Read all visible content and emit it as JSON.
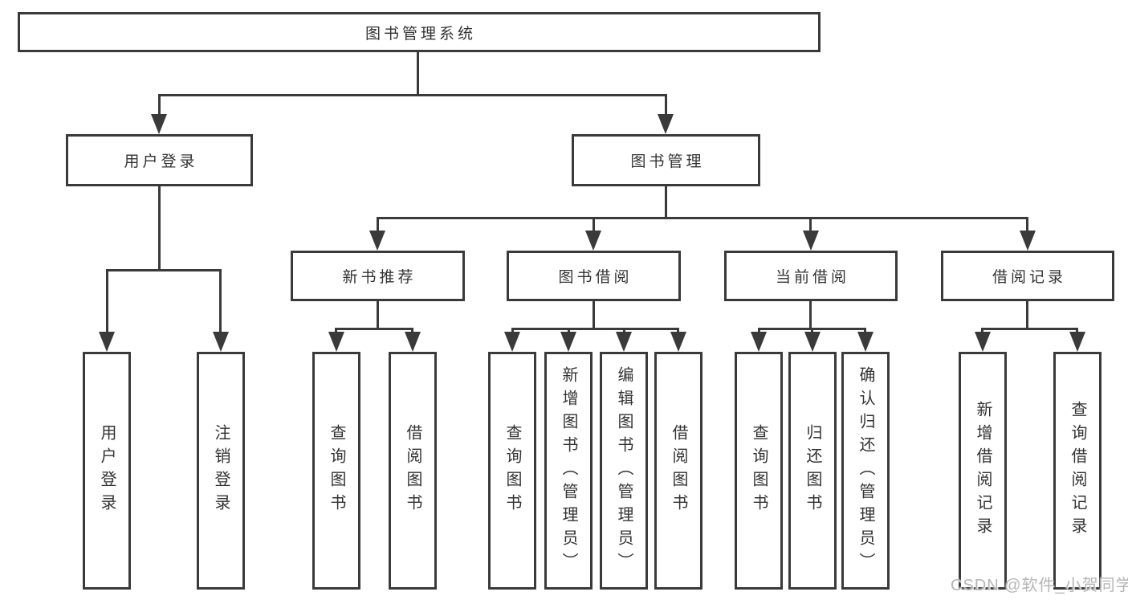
{
  "diagram": {
    "tree": {
      "label": "图书管理系统",
      "children": [
        {
          "label": "用户登录",
          "children": [
            {
              "label": "用户登录"
            },
            {
              "label": "注销登录"
            }
          ]
        },
        {
          "label": "图书管理",
          "children": [
            {
              "label": "新书推荐",
              "children": [
                {
                  "label": "查询图书"
                },
                {
                  "label": "借阅图书"
                }
              ]
            },
            {
              "label": "图书借阅",
              "children": [
                {
                  "label": "查询图书"
                },
                {
                  "label": "新增图书（管理员）"
                },
                {
                  "label": "编辑图书（管理员）"
                },
                {
                  "label": "借阅图书"
                }
              ]
            },
            {
              "label": "当前借阅",
              "children": [
                {
                  "label": "查询图书"
                },
                {
                  "label": "归还图书"
                },
                {
                  "label": "确认归还（管理员）"
                }
              ]
            },
            {
              "label": "借阅记录",
              "children": [
                {
                  "label": "新增借阅记录"
                },
                {
                  "label": "查询借阅记录"
                }
              ]
            }
          ]
        }
      ]
    },
    "watermark": "CSDN @软件_小贺同学",
    "colors": {
      "line": "#3a3a3a",
      "text": "#333333",
      "watermark": "#b5b5b5",
      "background": "#ffffff"
    }
  }
}
